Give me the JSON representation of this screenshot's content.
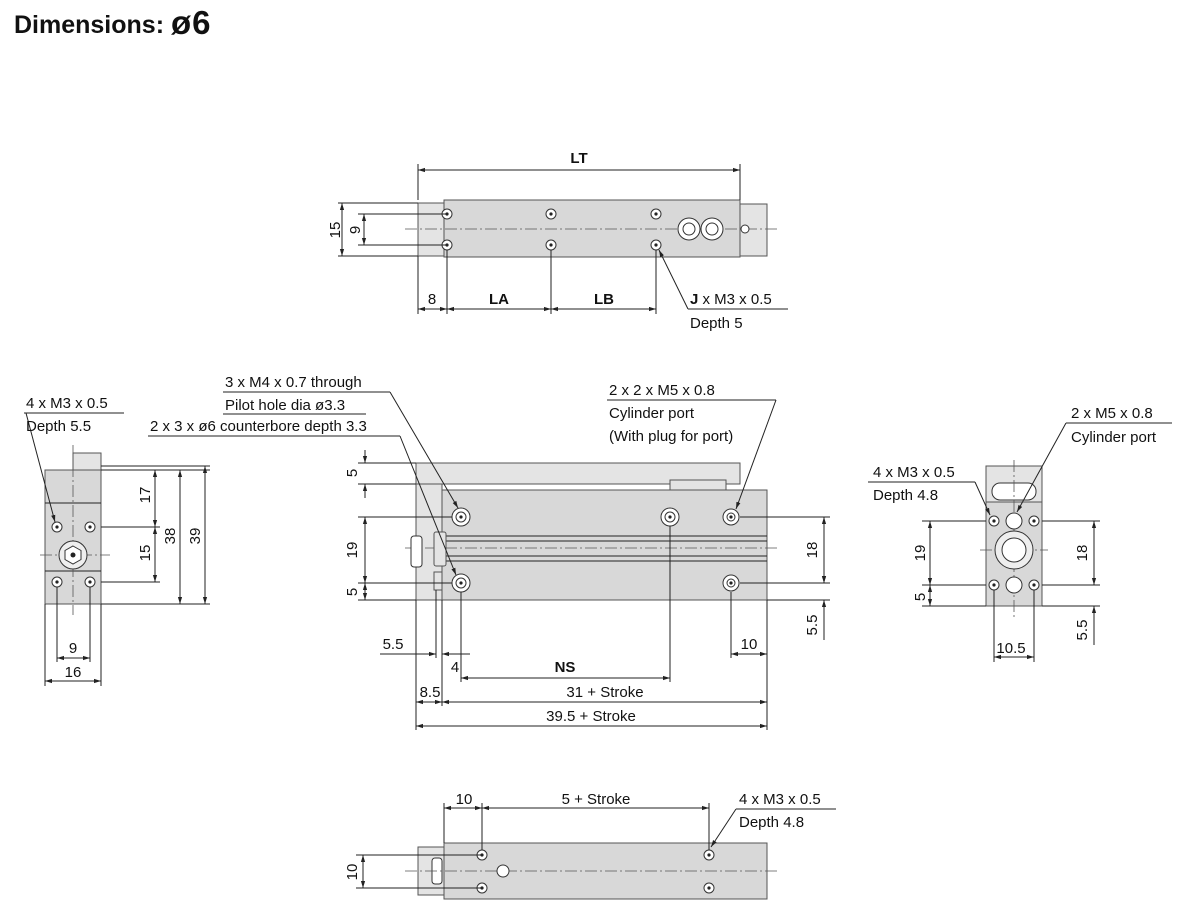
{
  "title": {
    "text": "Dimensions:",
    "symbol": "ø6"
  },
  "top_view": {
    "dims": {
      "lt": "LT",
      "h15": "15",
      "h9": "9",
      "x8": "8",
      "la": "LA",
      "lb": "LB"
    },
    "note": {
      "line1_bold": "J",
      "line1_rest": " x M3 x 0.5",
      "line2": "Depth 5"
    }
  },
  "left_view": {
    "note": {
      "line1": "4 x M3 x 0.5",
      "line2": "Depth 5.5"
    },
    "dims": {
      "d17": "17",
      "d15": "15",
      "d38": "38",
      "d39": "39",
      "d9": "9",
      "d16": "16"
    }
  },
  "front_view": {
    "notes": {
      "through": "3 x M4 x 0.7 through",
      "pilot": "Pilot hole dia ø3.3",
      "counterbore": "2 x 3 x ø6 counterbore depth 3.3",
      "ports1": "2 x 2 x M5 x 0.8",
      "ports2": "Cylinder port",
      "ports3": "(With plug for port)"
    },
    "dims": {
      "d5a": "5",
      "d19": "19",
      "d5b": "5",
      "d18": "18",
      "d55r": "5.5",
      "d55l": "5.5",
      "d10": "10",
      "d4": "4",
      "ns": "NS",
      "d85": "8.5",
      "stroke31": "31 + Stroke",
      "stroke395": "39.5 + Stroke"
    }
  },
  "right_view": {
    "note_port": {
      "line1": "2 x M5 x 0.8",
      "line2": "Cylinder port"
    },
    "note_m3": {
      "line1": "4 x M3 x 0.5",
      "line2": "Depth 4.8"
    },
    "dims": {
      "d19": "19",
      "d5": "5",
      "d18": "18",
      "d55": "5.5",
      "d105": "10.5"
    }
  },
  "bottom_view": {
    "dims": {
      "d10a": "10",
      "stroke5": "5 + Stroke",
      "d10b": "10"
    },
    "note": {
      "line1": "4 x M3 x 0.5",
      "line2": "Depth 4.8"
    }
  },
  "colors": {
    "body": "#d8d8d8",
    "line": "#222222"
  }
}
